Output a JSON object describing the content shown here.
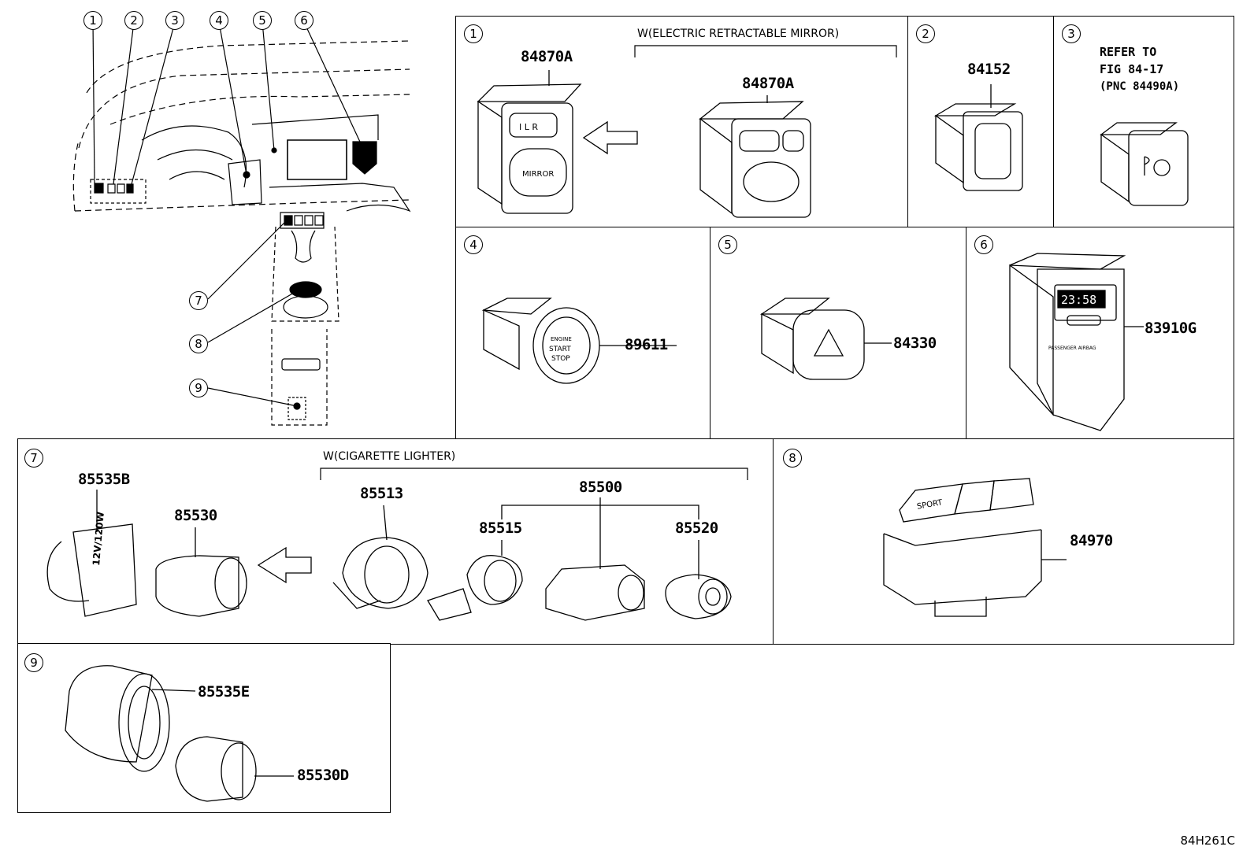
{
  "overview": {
    "callouts": [
      "1",
      "2",
      "3",
      "4",
      "5",
      "6",
      "7",
      "8",
      "9"
    ]
  },
  "panels": [
    {
      "no": "1",
      "note": "W(ELECTRIC RETRACTABLE MIRROR)",
      "parts": [
        "84870A",
        "84870A"
      ],
      "button_text": [
        "I  L  R",
        "MIRROR"
      ]
    },
    {
      "no": "2",
      "parts": [
        "84152"
      ]
    },
    {
      "no": "3",
      "ref": [
        "REFER TO",
        "FIG 84-17",
        "(PNC 84490A)"
      ]
    },
    {
      "no": "4",
      "parts": [
        "89611"
      ],
      "button_text": [
        "ENGINE",
        "START",
        "STOP"
      ]
    },
    {
      "no": "5",
      "parts": [
        "84330"
      ]
    },
    {
      "no": "6",
      "parts": [
        "83910G"
      ],
      "display_text": "23:58",
      "label_text": "PASSENGER AIRBAG"
    },
    {
      "no": "7",
      "note": "W(CIGARETTE LIGHTER)",
      "parts": [
        "85535B",
        "85530",
        "85513",
        "85500",
        "85515",
        "85520"
      ],
      "socket_text": "12V/120W"
    },
    {
      "no": "8",
      "parts": [
        "84970"
      ],
      "button_text": [
        "SPORT"
      ]
    },
    {
      "no": "9",
      "parts": [
        "85535E",
        "85530D"
      ]
    }
  ],
  "diagram_code": "84H261C"
}
